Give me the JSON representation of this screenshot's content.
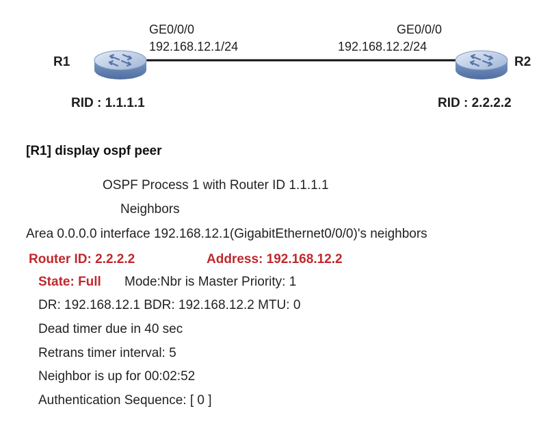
{
  "colors": {
    "highlight": "#c0282c",
    "router_body": "#6e8ebc",
    "router_top": "#c9d6ea",
    "link": "#111111"
  },
  "topology": {
    "r1": {
      "name": "R1",
      "interface": "GE0/0/0",
      "ip": "192.168.12.1/24",
      "rid": "RID : 1.1.1.1",
      "icon": "router-icon"
    },
    "r2": {
      "name": "R2",
      "interface": "GE0/0/0",
      "ip": "192.168.12.2/24",
      "rid": "RID : 2.2.2.2",
      "icon": "router-icon"
    }
  },
  "cli": {
    "command": "[R1] display ospf peer",
    "process_line": "OSPF Process 1 with Router ID 1.1.1.1",
    "neighbors_heading": "Neighbors",
    "area_line": "Area 0.0.0.0 interface 192.168.12.1(GigabitEthernet0/0/0)'s neighbors",
    "router_id": "Router ID: 2.2.2.2",
    "address": "Address: 192.168.12.2",
    "state": "State: Full",
    "mode_priority": "Mode:Nbr is  Master  Priority: 1",
    "dr_line": "DR: 192.168.12.1  BDR: 192.168.12.2  MTU: 0",
    "dead_timer": "Dead timer due in 40  sec",
    "retrans": "Retrans timer interval: 5",
    "uptime": "Neighbor is up for 00:02:52",
    "auth": "Authentication Sequence: [ 0 ]"
  }
}
